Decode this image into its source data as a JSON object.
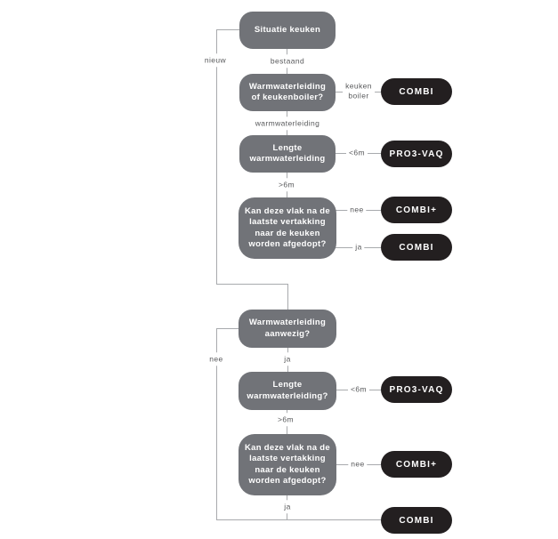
{
  "flowchart": {
    "colors": {
      "background": "#ffffff",
      "node_fill": "#717378",
      "node_text": "#ffffff",
      "outcome_fill": "#231f20",
      "line": "#a8aaad",
      "label_text": "#58595b"
    },
    "nodes": {
      "situatie_keuken": "Situatie keuken",
      "warmwaterleiding_of_keukenboiler": "Warmwaterleiding\nof keukenboiler?",
      "lengte_warmwaterleiding_1": "Lengte\nwarmwaterleiding",
      "kan_deze_vlak_1": "Kan deze vlak na de\nlaatste vertakking\nnaar de keuken\nworden afgedopt?",
      "warmwaterleiding_aanwezig": "Warmwaterleiding\naanwezig?",
      "lengte_warmwaterleiding_2": "Lengte\nwarmwaterleiding?",
      "kan_deze_vlak_2": "Kan deze vlak na de\nlaatste vertakking\nnaar de keuken\nworden afgedopt?"
    },
    "outcomes": {
      "combi_1": "COMBI",
      "pro3vaq_1": "PRO3-VAQ",
      "combi_plus_1": "COMBI+",
      "combi_2": "COMBI",
      "pro3vaq_2": "PRO3-VAQ",
      "combi_plus_2": "COMBI+",
      "combi_3": "COMBI"
    },
    "edge_labels": {
      "nieuw": "nieuw",
      "bestaand": "bestaand",
      "keuken_boiler": "keuken\nboiler",
      "warmwaterleiding": "warmwaterleiding",
      "lt6m_1": "<6m",
      "gt6m_1": ">6m",
      "nee_1": "nee",
      "ja_1": "ja",
      "nee_2": "nee",
      "ja_2": "ja",
      "lt6m_2": "<6m",
      "gt6m_2": ">6m",
      "nee_3": "nee",
      "ja_3": "ja"
    }
  }
}
